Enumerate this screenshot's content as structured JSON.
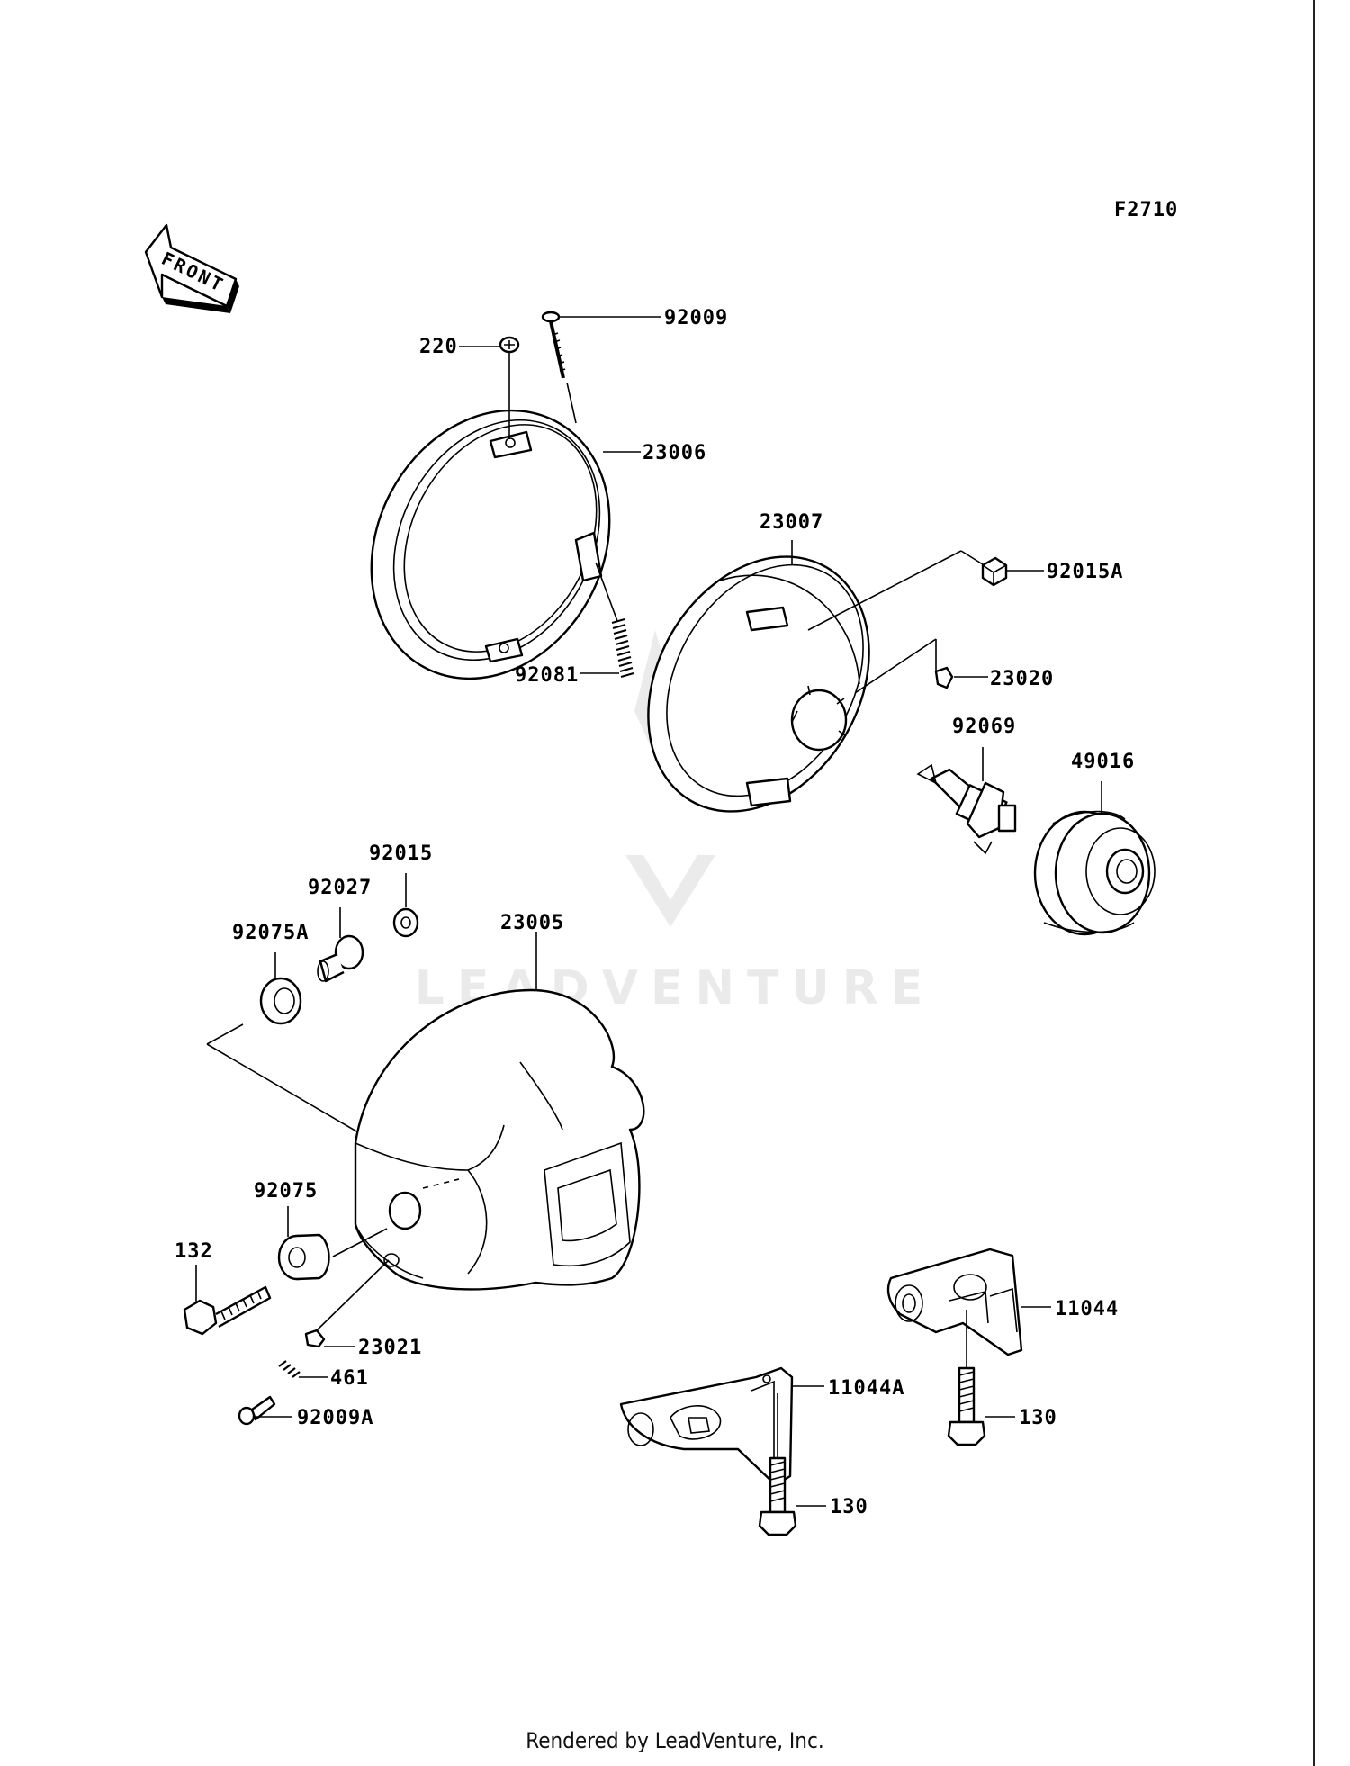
{
  "figure_code": "F2710",
  "front_marker": "FRONT",
  "watermark": "LEADVENTURE",
  "footer": "Rendered by LeadVenture, Inc.",
  "labels": {
    "p220": "220",
    "p92009": "92009",
    "p23006": "23006",
    "p92081": "92081",
    "p23007": "23007",
    "p92015A": "92015A",
    "p23020": "23020",
    "p92069": "92069",
    "p49016": "49016",
    "p92015": "92015",
    "p92027": "92027",
    "p92075A": "92075A",
    "p23005": "23005",
    "p92075": "92075",
    "p132": "132",
    "p23021": "23021",
    "p461": "461",
    "p92009A": "92009A",
    "p11044": "11044",
    "p11044A": "11044A",
    "p130a": "130",
    "p130b": "130"
  }
}
